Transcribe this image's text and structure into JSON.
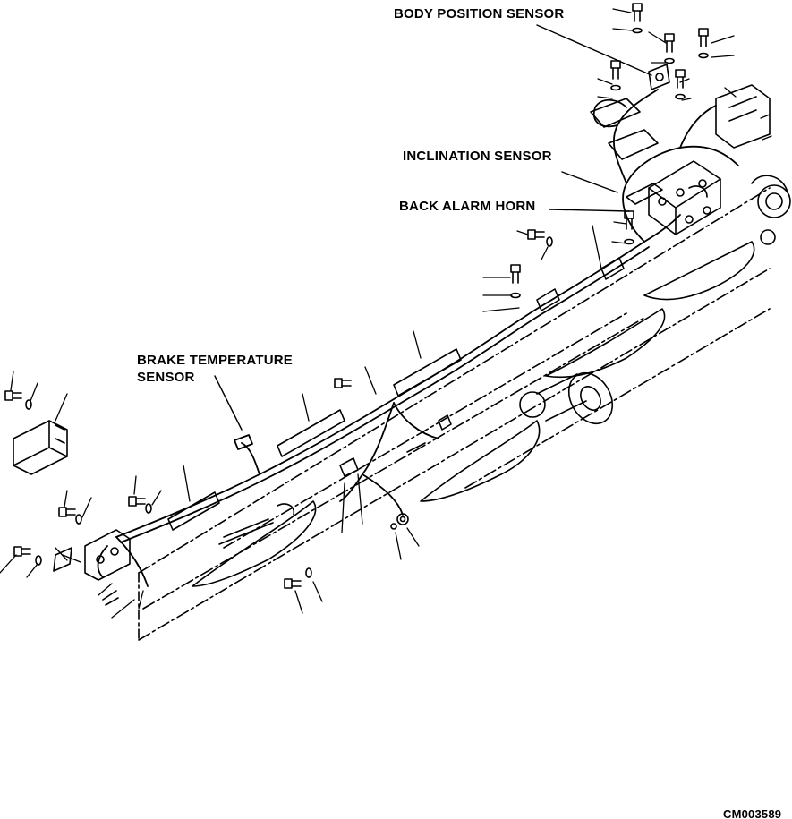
{
  "callouts": {
    "body_position_sensor": "BODY POSITION SENSOR",
    "inclination_sensor": "INCLINATION SENSOR",
    "back_alarm_horn": "BACK ALARM HORN",
    "brake_temp_line1": "BRAKE TEMPERATURE",
    "brake_temp_line2": "SENSOR"
  },
  "drawing_code": "CM003589",
  "colors": {
    "ink": "#000000",
    "paper": "#ffffff"
  }
}
